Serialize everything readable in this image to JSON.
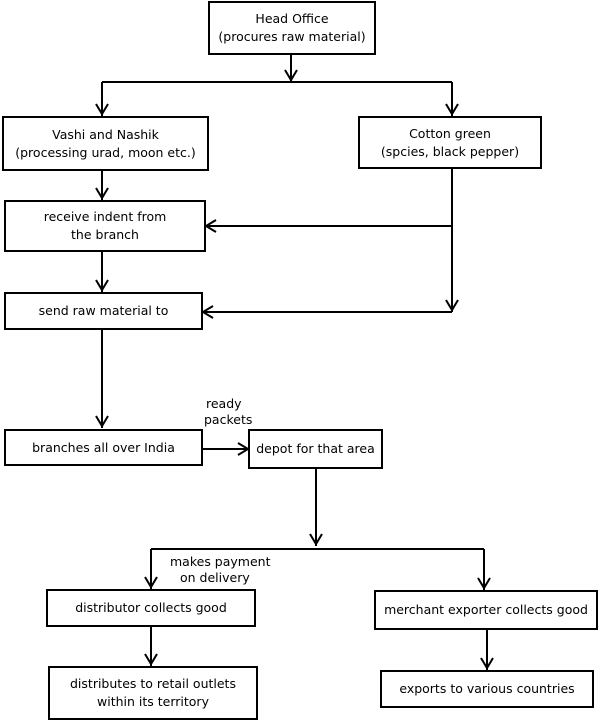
{
  "nodes": {
    "head_office": {
      "line1": "Head Office",
      "line2": "(procures raw material)"
    },
    "vashi_nashik": {
      "line1": "Vashi and Nashik",
      "line2": "(processing urad, moon etc.)"
    },
    "cotton_green": {
      "line1": "Cotton green",
      "line2": "(spcies, black pepper)"
    },
    "receive_indent": {
      "line1": "receive indent from",
      "line2": "the branch"
    },
    "send_raw": {
      "line1": "send raw material to"
    },
    "branches": {
      "line1": "branches all over India"
    },
    "depot": {
      "line1": "depot for that area"
    },
    "distributor": {
      "line1": "distributor collects good"
    },
    "merchant": {
      "line1": "merchant exporter collects good"
    },
    "distributes": {
      "line1": "distributes to retail outlets",
      "line2": "within its territory"
    },
    "exports": {
      "line1": "exports to various countries"
    }
  },
  "edge_labels": {
    "ready_packets": {
      "line1": "ready",
      "line2": "packets"
    },
    "makes_payment": {
      "line1": "makes payment",
      "line2": "on delivery"
    }
  }
}
